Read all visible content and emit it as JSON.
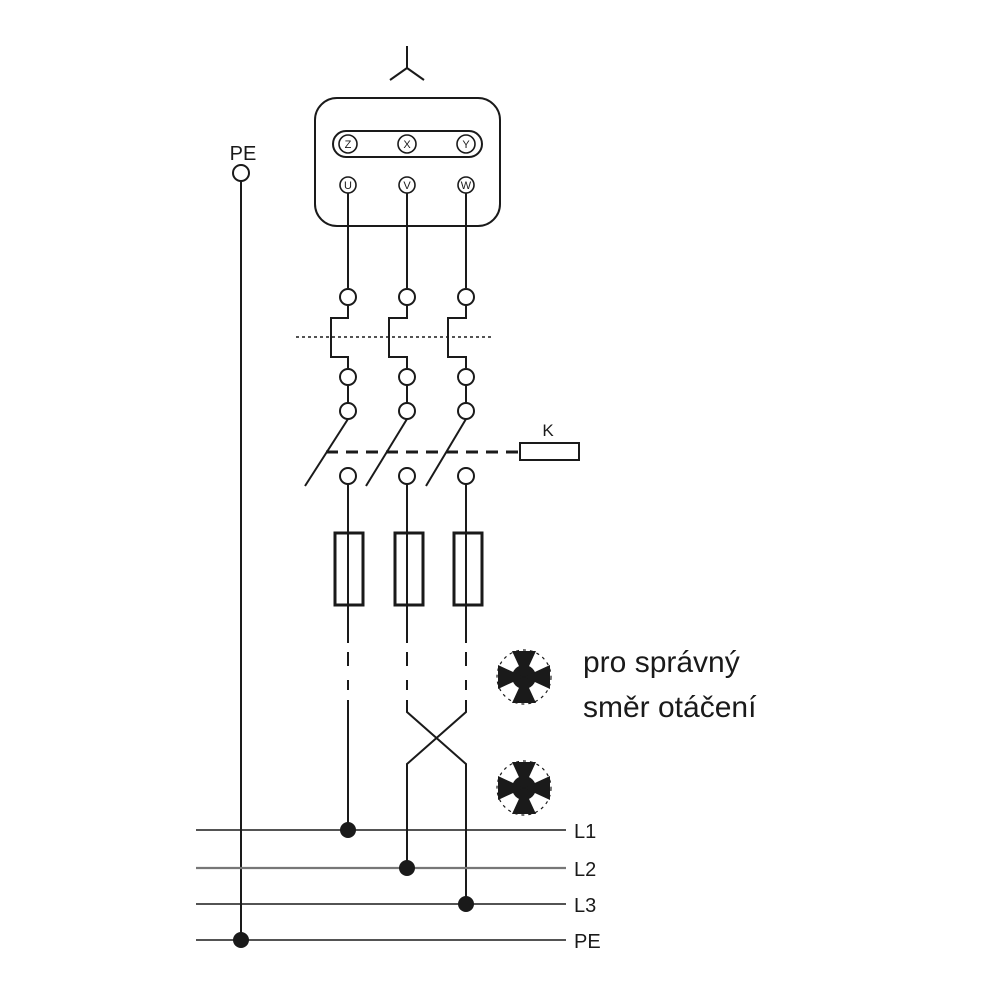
{
  "labels": {
    "pe_top": "PE",
    "contactor": "K",
    "l1": "L1",
    "l2": "L2",
    "l3": "L3",
    "pe_bus": "PE"
  },
  "motor_terminals": {
    "top": [
      "Z",
      "X",
      "Y"
    ],
    "bottom": [
      "U",
      "V",
      "W"
    ]
  },
  "note": {
    "line1": "pro správný",
    "line2": "směr otáčení"
  }
}
